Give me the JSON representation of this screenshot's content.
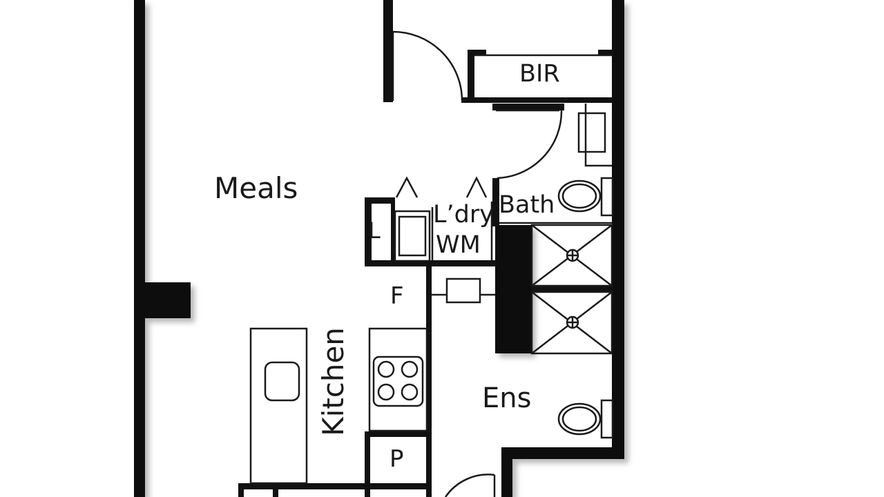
{
  "rooms": {
    "meals": "Meals",
    "bir": "BIR",
    "bath": "Bath",
    "laundry": "L’dry",
    "washing_machine": "WM",
    "linen": "L",
    "fridge": "F",
    "ensuite": "Ens",
    "pantry": "P",
    "kitchen": "Kitchen"
  },
  "colors": {
    "wall": "#111111",
    "line": "#1a1a1a",
    "shadow": "#bdbdbd",
    "background": "#ffffff"
  }
}
